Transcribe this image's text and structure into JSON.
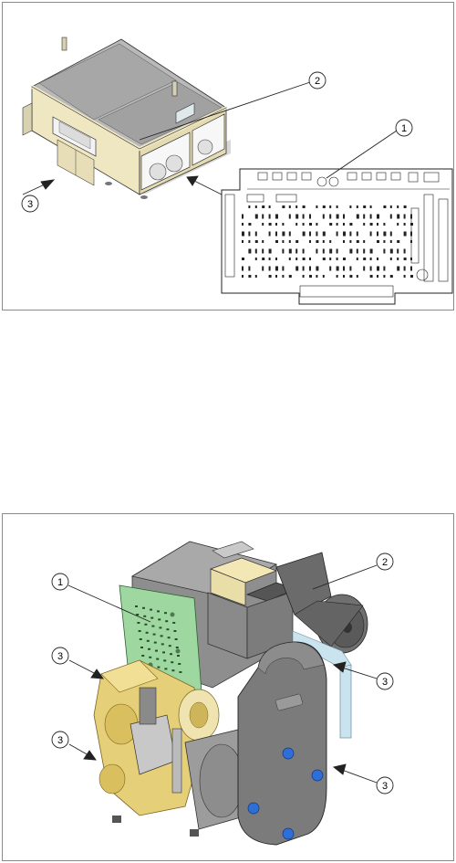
{
  "figure_top": {
    "callouts": [
      {
        "id": "callout-1",
        "label": "1"
      },
      {
        "id": "callout-2",
        "label": "2"
      },
      {
        "id": "callout-3",
        "label": "3"
      }
    ]
  },
  "figure_bottom": {
    "callouts": [
      {
        "id": "callout-1",
        "label": "1"
      },
      {
        "id": "callout-2",
        "label": "2"
      },
      {
        "id": "callout-3a",
        "label": "3"
      },
      {
        "id": "callout-3b",
        "label": "3"
      },
      {
        "id": "callout-3c",
        "label": "3"
      },
      {
        "id": "callout-3d",
        "label": "3"
      }
    ]
  },
  "colors": {
    "frame": "#8a8a8a",
    "cream": "#efe6c2",
    "gray_cover": "#9a9a9a",
    "dark_gray": "#5e5e5e",
    "pcb_green": "#9ed8a0",
    "brass": "#e6cf79",
    "blue_knob": "#2d6fd6",
    "tube": "#c9e4ef"
  }
}
